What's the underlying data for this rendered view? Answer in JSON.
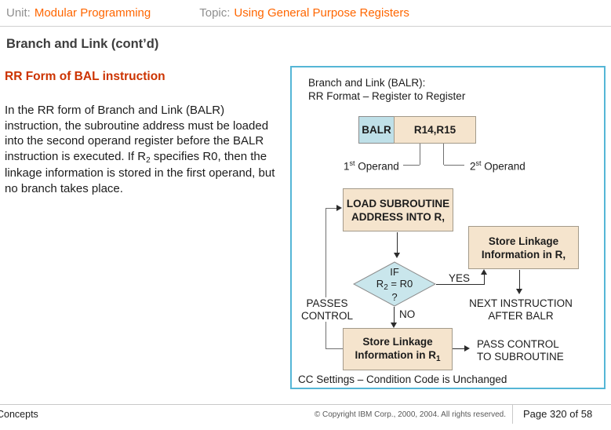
{
  "colors": {
    "accent_orange": "#ff6600",
    "subtitle_red": "#cc3300",
    "diagram_border": "#55b6d6",
    "box_tan": "#f5e4cd",
    "box_cyan": "#bfe0e8",
    "diamond_cyan": "#c9e6ec"
  },
  "header": {
    "unit_label": "Unit:",
    "unit_value": "Modular Programming",
    "topic_label": "Topic:",
    "topic_value": "Using General Purpose Registers"
  },
  "slide": {
    "title": "Branch and Link (cont’d)",
    "subtitle": "RR Form of BAL instruction",
    "body_lines": [
      {
        "text": "In the RR form of Branch and Link (BALR)"
      },
      {
        "text": "instruction, the subroutine address must be loaded"
      },
      {
        "text": "into the second operand register before the BALR"
      },
      {
        "pre": "instruction is executed. If R",
        "sub": "2",
        "post": " specifies R0, then the"
      },
      {
        "text": "linkage information is stored in the first operand, but"
      },
      {
        "text": "no branch takes place."
      }
    ]
  },
  "diagram": {
    "caption_line1": "Branch and Link (BALR):",
    "caption_line2": "RR Format – Register to Register",
    "format": {
      "opcode": "BALR",
      "operands": "R14,R15"
    },
    "operand1": {
      "num": "1",
      "suffix": "st",
      "word": " Operand"
    },
    "operand2": {
      "num": "2",
      "suffix": "st",
      "word": " Operand"
    },
    "flow": {
      "load_line1": "LOAD SUBROUTINE",
      "load_line2": "ADDRESS INTO R,",
      "diamond_line1": "IF",
      "diamond_pre": "R",
      "diamond_sub": "2",
      "diamond_post": " = R0",
      "diamond_line3": "?",
      "yes_label": "YES",
      "no_label": "NO",
      "store_r_line1": "Store Linkage",
      "store_r_line2": "Information in R,",
      "next_line1": "NEXT INSTRUCTION",
      "next_line2": "AFTER BALR",
      "passes_line1": "PASSES",
      "passes_line2": "CONTROL",
      "store_r1_line1": "Store Linkage",
      "store_r1_pre": "Information in R",
      "store_r1_sub": "1",
      "pass_line1": "PASS CONTROL",
      "pass_line2": "TO SUBROUTINE"
    },
    "cc_note": "CC Settings – Condition Code is Unchanged"
  },
  "footer": {
    "left": "Concepts",
    "copyright": "© Copyright IBM Corp., 2000, 2004. All rights reserved.",
    "page": "Page 320 of 58"
  }
}
